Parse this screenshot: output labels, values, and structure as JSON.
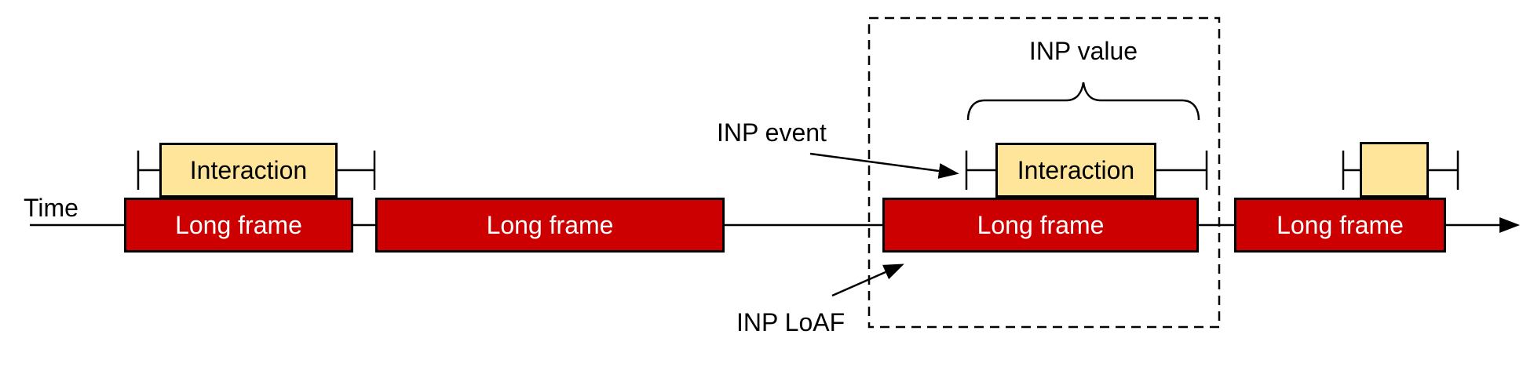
{
  "axis": {
    "label": "Time"
  },
  "annotations": {
    "inp_event": "INP event",
    "inp_value": "INP value",
    "inp_loaf": "INP LoAF"
  },
  "long_frames": [
    {
      "label": "Long frame"
    },
    {
      "label": "Long frame"
    },
    {
      "label": "Long frame"
    },
    {
      "label": "Long frame"
    }
  ],
  "interactions": [
    {
      "label": "Interaction"
    },
    {
      "label": "Interaction"
    },
    {
      "label": ""
    }
  ],
  "colors": {
    "long_frame_fill": "#cc0000",
    "long_frame_text": "#ffffff",
    "interaction_fill": "#ffe599",
    "interaction_text": "#000000",
    "outline": "#000000",
    "background": "#ffffff"
  }
}
